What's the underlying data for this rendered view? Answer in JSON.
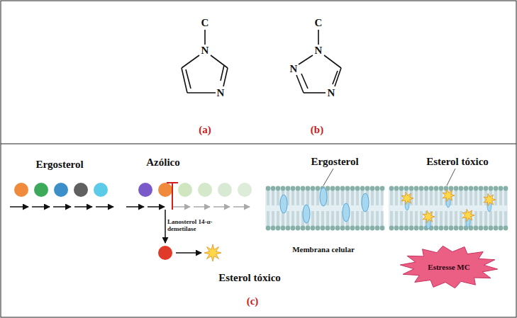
{
  "diagram": {
    "nodes": [
      {
        "text": [
          "Estresse MC"
        ]
      }
    ],
    "labels": [
      "C",
      "N",
      "N",
      "C",
      "N",
      "N",
      "N",
      "(a)",
      "(b)",
      "Ergosterol",
      "Azólico",
      "Lanosterol 14-α-demetilase",
      "Esterol tóxico",
      "Ergosterol",
      "Esterol tóxico",
      "Membrana celular",
      "(c)"
    ]
  }
}
